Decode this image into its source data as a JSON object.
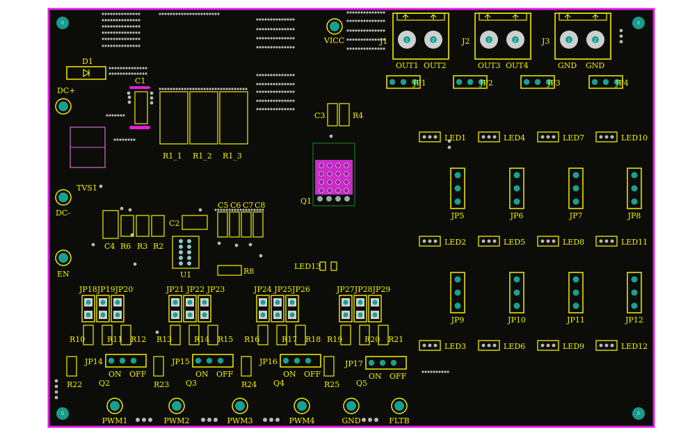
{
  "colors": {
    "board": "#0c0d09",
    "outline": "#e01ce0",
    "silk": "#f5f000",
    "pad": "#1aa090",
    "via": "#b8b8b8",
    "mount_hole": "#1a9a8a"
  },
  "mount_hole_text": "0",
  "pin_text": "1",
  "pin_text_2": "2",
  "labels": {
    "D1": "D1",
    "DCp": "DC+",
    "DCm": "DC-",
    "TVS1": "TVS1",
    "EN": "EN",
    "C1": "C1",
    "R1_1": "R1_1",
    "R1_2": "R1_2",
    "R1_3": "R1_3",
    "VICC": "VICC",
    "J1": "J1",
    "J2": "J2",
    "J3": "J3",
    "OUT1": "OUT1",
    "OUT2": "OUT2",
    "OUT3": "OUT3",
    "OUT4": "OUT4",
    "GND_a": "GND",
    "GND_b": "GND",
    "JP1": "JP1",
    "JP2": "JP2",
    "JP3": "JP3",
    "JP4": "JP4",
    "C3": "C3",
    "R4": "R4",
    "Q1": "Q1",
    "C5": "C5",
    "C6": "C6",
    "C7": "C7",
    "C8": "C8",
    "C2": "C2",
    "C4": "C4",
    "R6": "R6",
    "R3": "R3",
    "R2": "R2",
    "U1": "U1",
    "R8": "R8",
    "LED13": "LED13",
    "LED1": "LED1",
    "LED4": "LED4",
    "LED7": "LED7",
    "LED10": "LED10",
    "LED2": "LED2",
    "LED5": "LED5",
    "LED8": "LED8",
    "LED11": "LED11",
    "LED3": "LED3",
    "LED6": "LED6",
    "LED9": "LED9",
    "LED12": "LED12",
    "JP5": "JP5",
    "JP6": "JP6",
    "JP7": "JP7",
    "JP8": "JP8",
    "JP9": "JP9",
    "JP10": "JP10",
    "JP11": "JP11",
    "JP12": "JP12",
    "JP18_20": "JP18JP19JP20",
    "JP21_23": "JP21 JP22 JP23",
    "JP24_26": "JP24 JP25JP26",
    "JP27_29": "JP27JP28JP29",
    "R10": "R10",
    "R11": "R11",
    "R12": "R12",
    "R13": "R13",
    "R14": "R14",
    "R15": "R15",
    "R16": "R16",
    "R17": "R17",
    "R18": "R18",
    "R19": "R19",
    "R20": "R20",
    "R21": "R21",
    "JP14": "JP14",
    "JP15": "JP15",
    "JP16": "JP16",
    "JP17": "JP17",
    "ON": "ON",
    "OFF": "OFF",
    "Q2": "Q2",
    "Q3": "Q3",
    "Q4": "Q4",
    "Q5": "Q5",
    "R22": "R22",
    "R23": "R23",
    "R24": "R24",
    "R25": "R25",
    "PWM1": "PWM1",
    "PWM2": "PWM2",
    "PWM3": "PWM3",
    "PWM4": "PWM4",
    "GND": "GND",
    "FLTB": "FLTB"
  }
}
